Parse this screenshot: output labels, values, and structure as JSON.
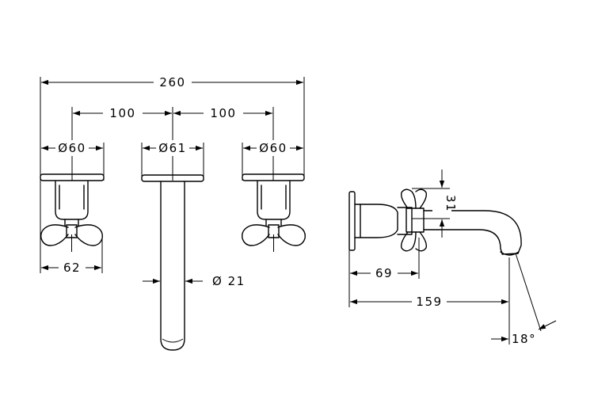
{
  "dimensions": {
    "overall_width": "260",
    "handle_spacing_left": "100",
    "handle_spacing_right": "100",
    "left_rosette_diameter": "Ø60",
    "spout_rosette_diameter": "Ø61",
    "right_rosette_diameter": "Ø60",
    "handle_width": "62",
    "spout_diameter": "Ø 21",
    "side_handle_height": "31",
    "side_handle_projection": "69",
    "spout_projection": "159",
    "spout_angle": "18°"
  }
}
